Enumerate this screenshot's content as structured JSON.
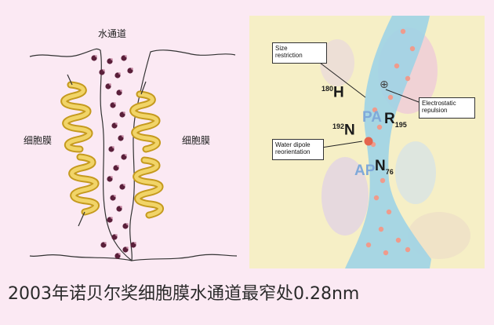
{
  "left_panel": {
    "channel_label": "水通道",
    "membrane_left_label": "细胞膜",
    "membrane_right_label": "细胞膜"
  },
  "right_panel": {
    "callouts": {
      "size_restriction": [
        "Size",
        "restriction"
      ],
      "electrostatic_repulsion": [
        "Electrostatic",
        "repulsion"
      ],
      "water_dipole": [
        "Water dipole",
        "reorientation"
      ]
    },
    "residues": {
      "his": {
        "sup": "180",
        "letter": "H"
      },
      "asn192": {
        "sup": "192",
        "letter": "N"
      },
      "arg": {
        "letter": "R",
        "sub": "195"
      },
      "asn76": {
        "letter": "N",
        "sub": "76"
      },
      "npa_top": "PA",
      "npa_bottom": "AP"
    },
    "plus_symbol": "⊕"
  },
  "caption": "2003年诺贝尔奖细胞膜水通道最窄处0.28nm",
  "colors": {
    "background": "#fbe9f3",
    "right_panel_bg": "#f6efc6",
    "channel_blue": "#9fd3e6",
    "helix_yellow": "#e8c64a",
    "water_dot": "#5a1f3a",
    "red_dot": "#e4644e"
  }
}
